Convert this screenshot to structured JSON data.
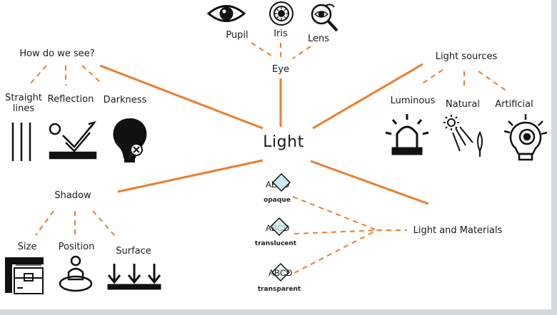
{
  "title": "Light",
  "eye": {
    "label": "Eye",
    "parts": [
      "Pupil",
      "Iris",
      "Lens"
    ]
  },
  "how_we_see": {
    "label": "How do we see?",
    "items": [
      "Straight lines",
      "Reflection",
      "Darkness"
    ]
  },
  "light_sources": {
    "label": "Light sources",
    "items": [
      "Luminous",
      "Natural",
      "Artificial"
    ]
  },
  "shadow": {
    "label": "Shadow",
    "items": [
      "Size",
      "Position",
      "Surface"
    ]
  },
  "materials": {
    "label": "Light and Materials",
    "items": [
      "opaque",
      "translucent",
      "transparent"
    ],
    "sample_text": "ABCD"
  },
  "colors": {
    "line": "#ec7d2e",
    "ink": "#111111",
    "diamond": "#cfe9ee"
  }
}
